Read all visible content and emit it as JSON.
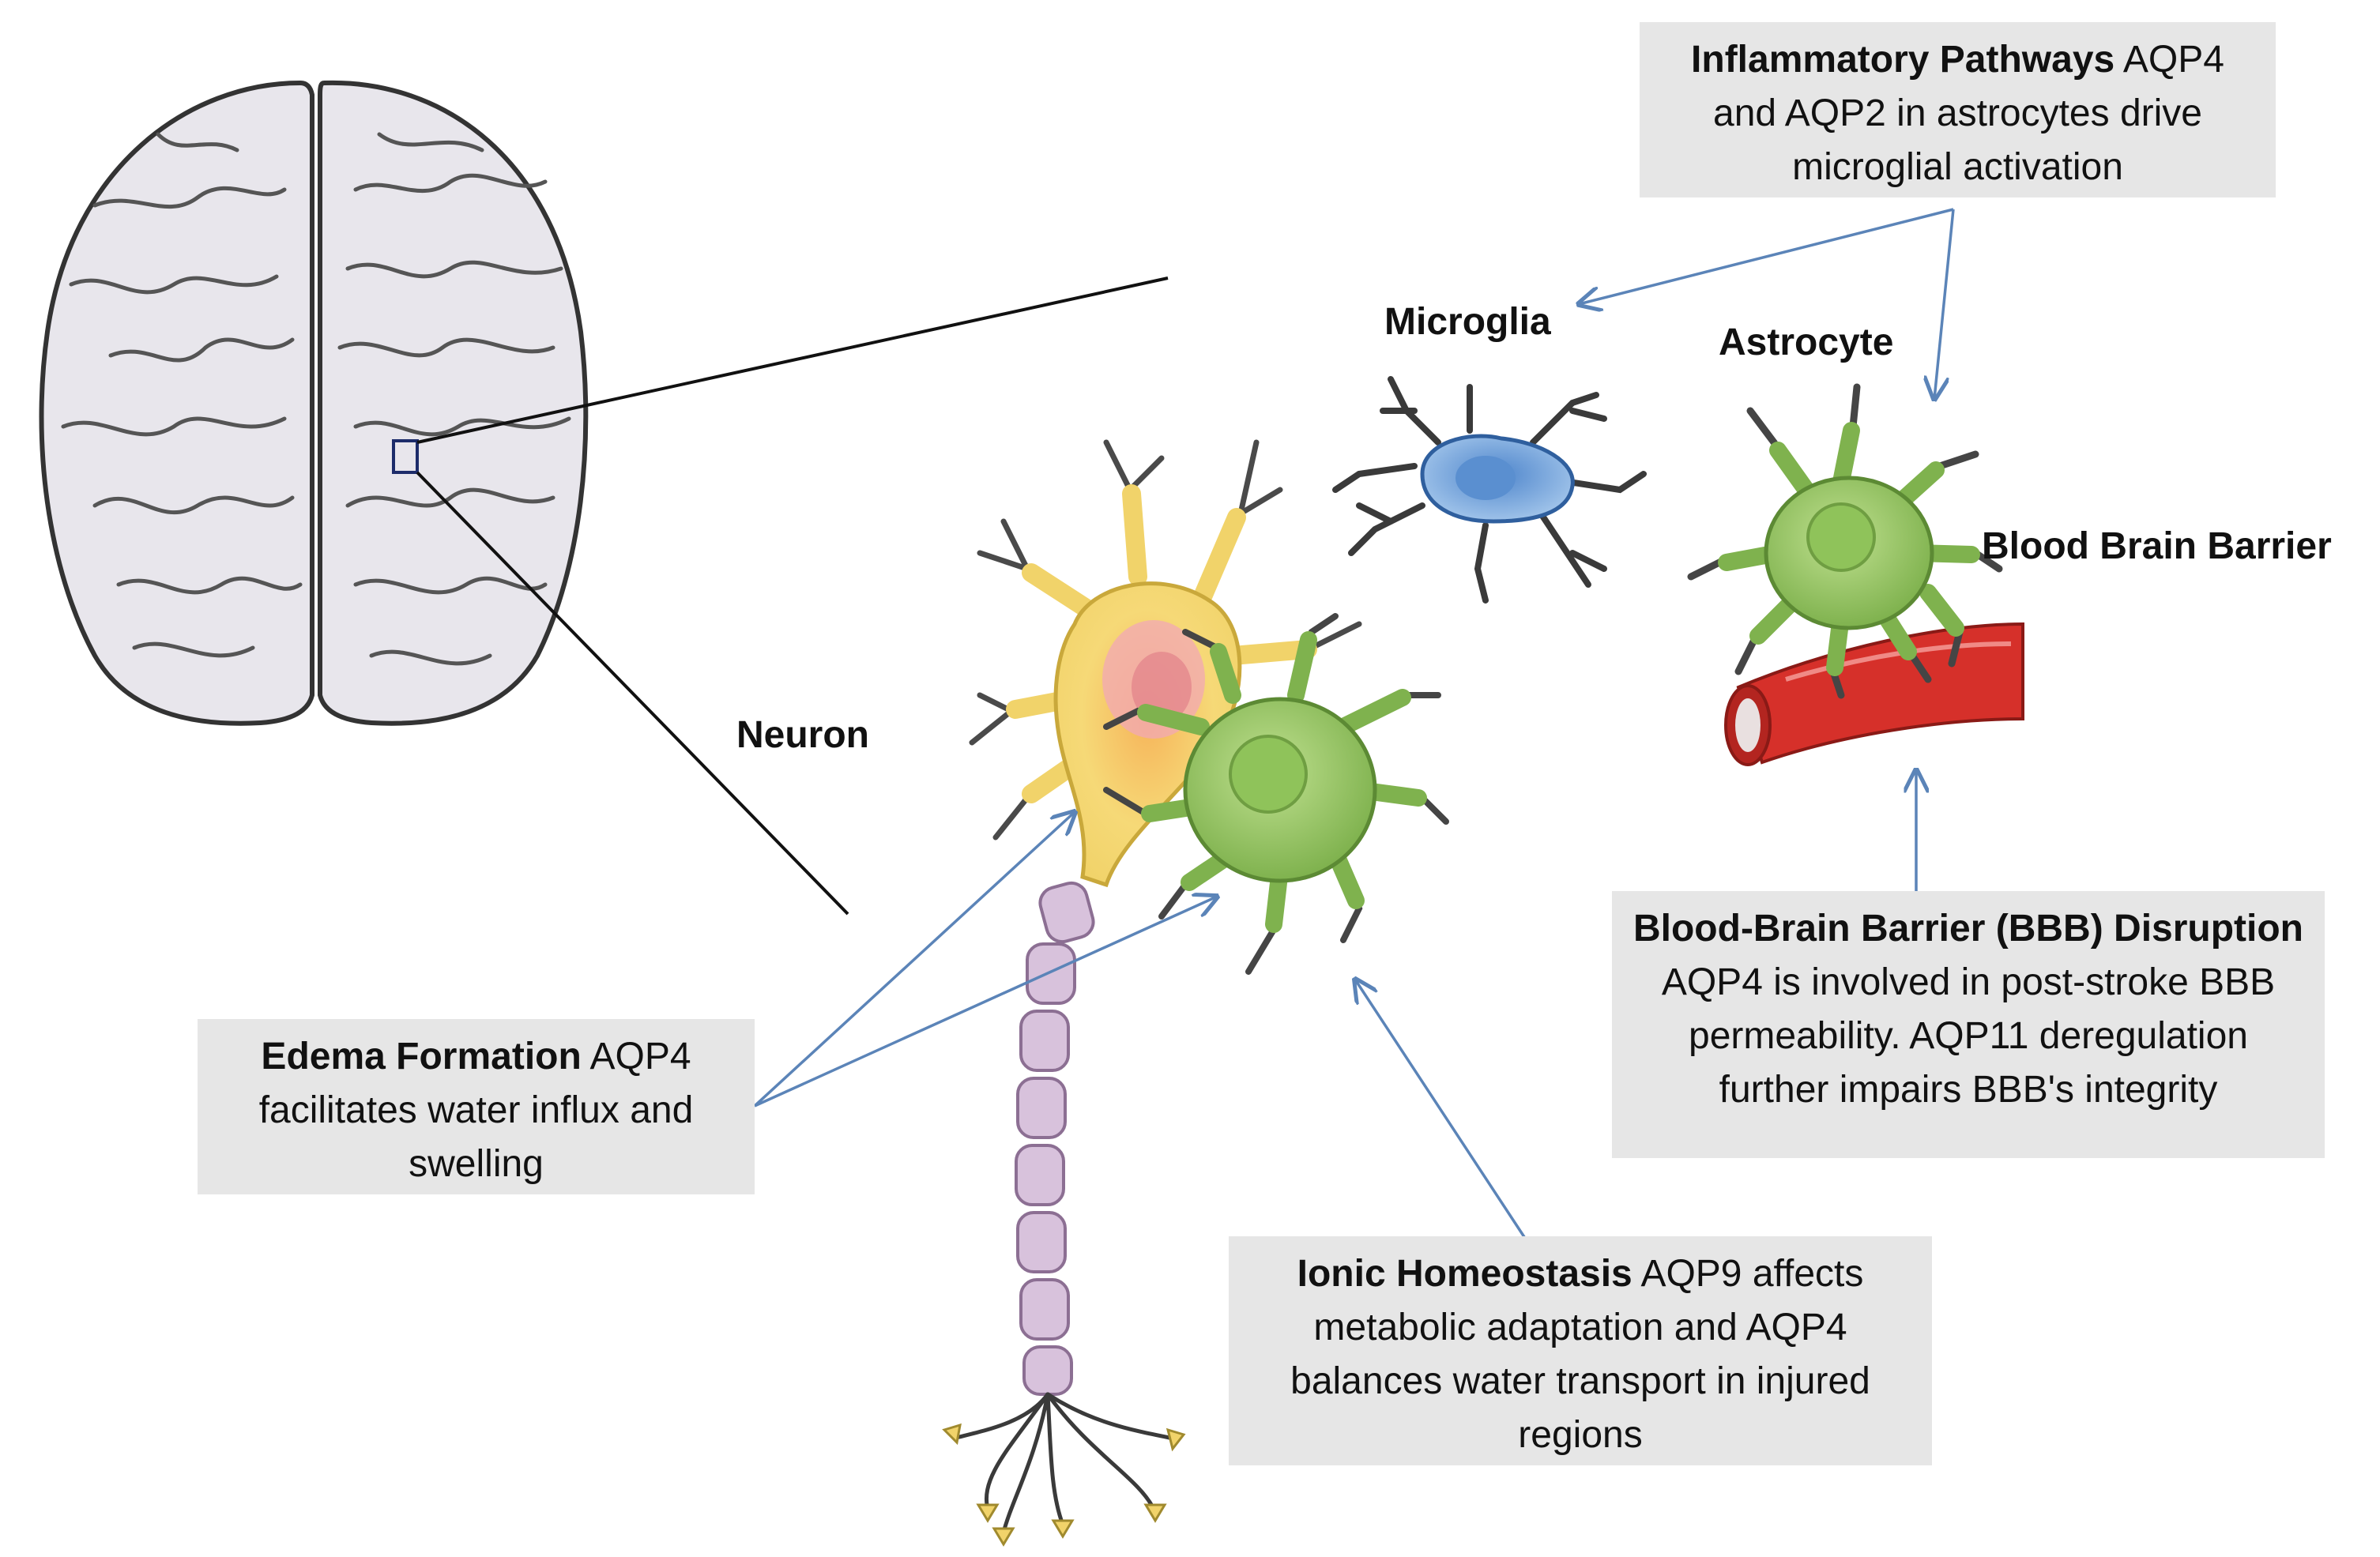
{
  "labels": {
    "microglia": "Microglia",
    "astrocyte": "Astrocyte",
    "bbb": "Blood Brain Barrier",
    "neuron": "Neuron"
  },
  "boxes": {
    "inflammatory": {
      "title": "Inflammatory  Pathways",
      "body": " AQP4 and AQP2 in astrocytes drive microglial activation"
    },
    "bbb_disruption": {
      "title": "Blood-Brain Barrier (BBB) Disruption",
      "body": " AQP4 is involved in post-stroke BBB permeability. AQP11 deregulation further impairs BBB's integrity"
    },
    "edema": {
      "title": "Edema Formation",
      "body": " AQP4 facilitates water influx and swelling"
    },
    "ionic": {
      "title": "Ionic Homeostasis",
      "body": " AQP9 affects metabolic adaptation and AQP4 balances water transport in injured  regions"
    }
  },
  "colors": {
    "box_bg": "#e6e6e6",
    "arrow": "#5b84b8",
    "neuron": "#f3d76b",
    "astrocyte": "#9cc66b",
    "microglia": "#8fb8e0",
    "vessel": "#d6302a",
    "brain": "#e8e6ec",
    "axon": "#d8c2dc"
  }
}
